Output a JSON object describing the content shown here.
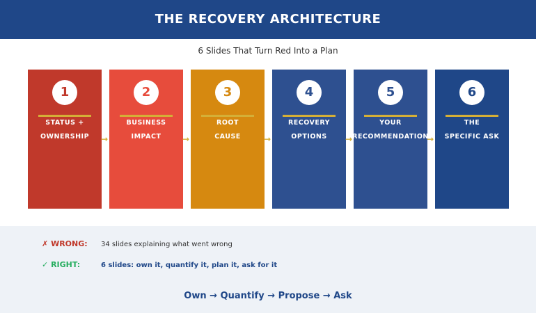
{
  "header": {
    "title": "THE RECOVERY ARCHITECTURE"
  },
  "subtitle": "6 Slides That Turn Red Into a Plan",
  "steps": [
    {
      "number": "1",
      "line1": "STATUS +",
      "line2": "OWNERSHIP",
      "color": "#c0392b"
    },
    {
      "number": "2",
      "line1": "BUSINESS",
      "line2": "IMPACT",
      "color": "#e74c3c"
    },
    {
      "number": "3",
      "line1": "ROOT",
      "line2": "CAUSE",
      "color": "#d68910"
    },
    {
      "number": "4",
      "line1": "RECOVERY",
      "line2": "OPTIONS",
      "color": "#2e5090"
    },
    {
      "number": "5",
      "line1": "YOUR",
      "line2": "RECOMMENDATION",
      "color": "#2e5090"
    },
    {
      "number": "6",
      "line1": "THE",
      "line2": "SPECIFIC ASK",
      "color": "#1f4788"
    }
  ],
  "arrow_glyph": "→",
  "comparison": {
    "wrong": {
      "icon": "✗",
      "label": "WRONG:",
      "text": "34 slides explaining what went wrong"
    },
    "right": {
      "icon": "✓",
      "label": "RIGHT:",
      "text": "6 slides: own it, quantify it, plan it, ask for it"
    }
  },
  "flow": "Own → Quantify → Propose → Ask",
  "colors": {
    "header": "#1f4788",
    "accent_gold": "#d4af37",
    "panel": "#eef2f7"
  }
}
